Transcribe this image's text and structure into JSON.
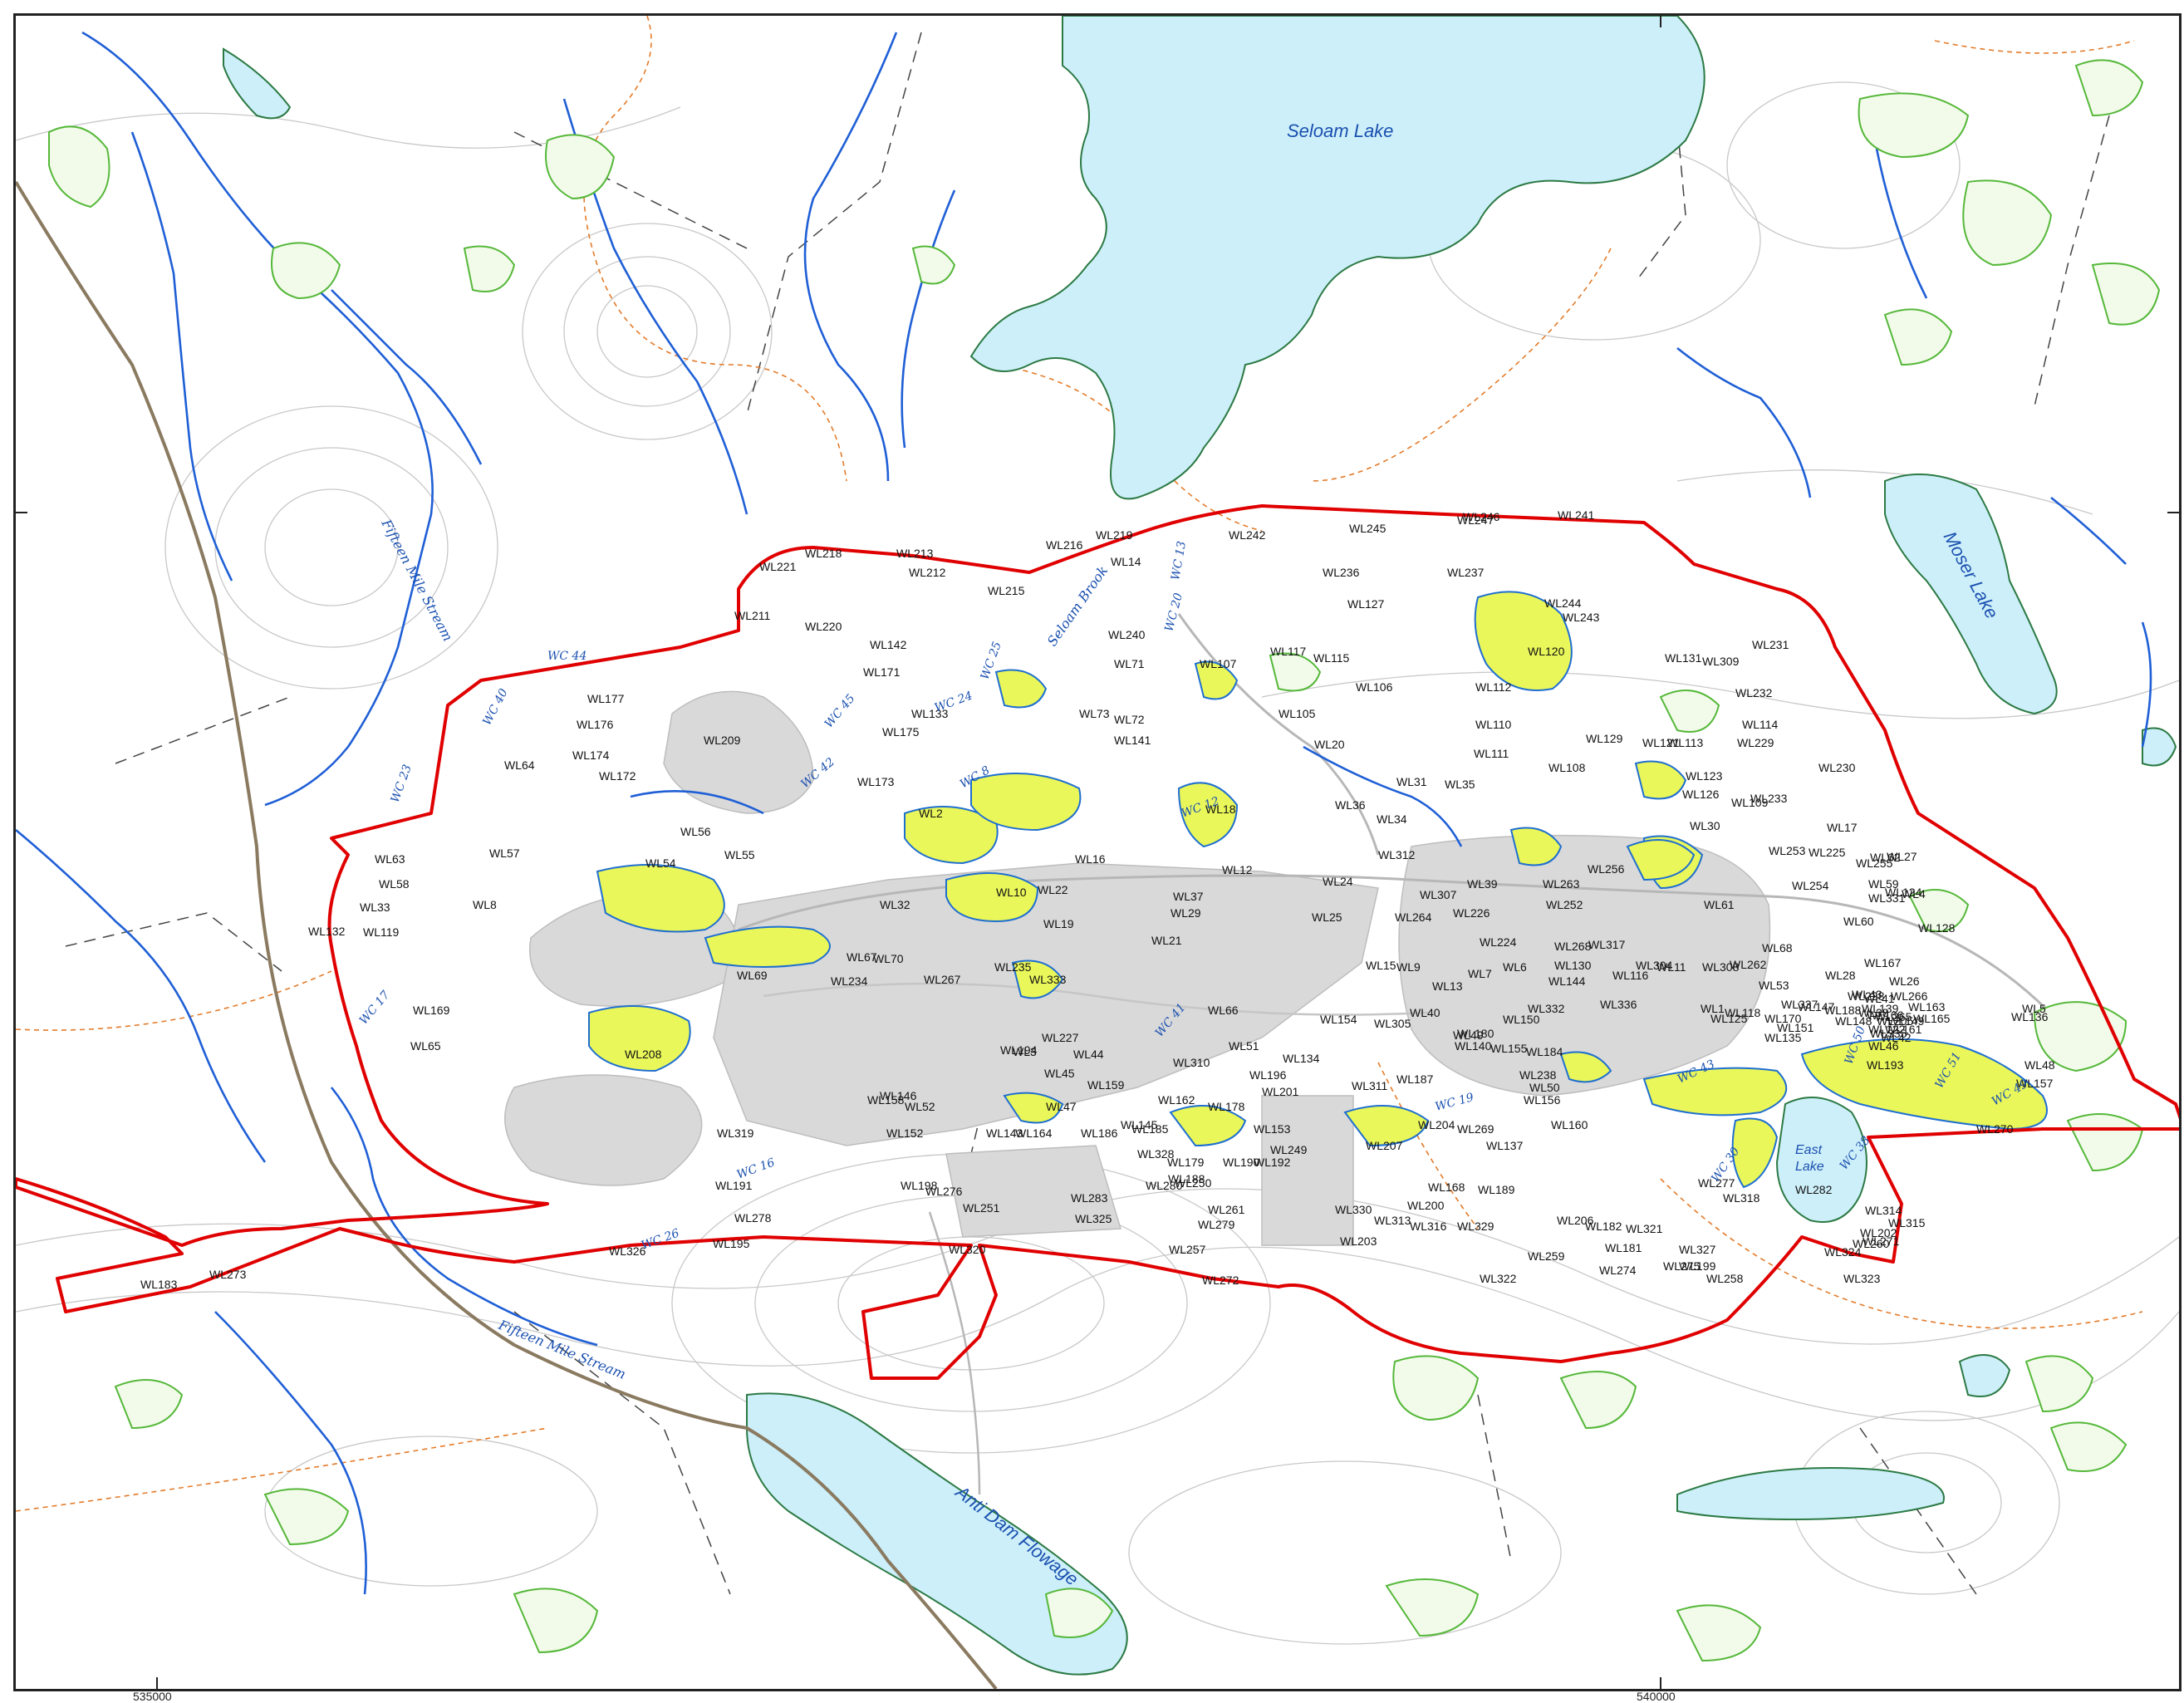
{
  "colors": {
    "water": "#cdeff9",
    "water_edge": "#2c7a44",
    "stream": "#1f5fd6",
    "study_area": "#e00000",
    "wetland_fill": "#e9f75a",
    "wetland_edge": "#1f6fd0",
    "bog_green": "#56b83a",
    "footprint": "#d9d9d9",
    "contour": "#c8c8c8",
    "road": "#8a7a60",
    "trail": "#e37b2a",
    "dash": "#444444"
  },
  "lakes": {
    "seloam": "Seloam Lake",
    "moser": "Moser Lake",
    "east": "East",
    "east2": "Lake",
    "anti_dam": "Anti Dam Flowage"
  },
  "streams": {
    "fifteen_north": "Fifteen Mile Stream",
    "fifteen_south": "Fifteen Mile Stream",
    "seloam_brook": "Seloam Brook"
  },
  "coords": {
    "x1": "535000",
    "x2": "540000"
  },
  "wetland_labels": [
    "WL218",
    "WL213",
    "WL216",
    "WL219",
    "WL242",
    "WL245",
    "WL247",
    "WL246",
    "WL241",
    "WL221",
    "WL212",
    "WL14",
    "WL215",
    "WL236",
    "WL237",
    "WL127",
    "WL211",
    "WL220",
    "WL240",
    "WL244",
    "WL243",
    "WL142",
    "WL171",
    "WL117",
    "WL115",
    "WL120",
    "WL131",
    "WL309",
    "WL231",
    "WL177",
    "WL71",
    "WL107",
    "WL106",
    "WL112",
    "WL232",
    "WL176",
    "WL209",
    "WL175",
    "WL133",
    "WL73",
    "WL72",
    "WL105",
    "WL110",
    "WL129",
    "WL121",
    "WL113",
    "WL229",
    "WL114",
    "WL174",
    "WL141",
    "WL20",
    "WL111",
    "WL108",
    "WL230",
    "WL64",
    "WL172",
    "WL173",
    "WL31",
    "WL35",
    "WL123",
    "WL2",
    "WL18",
    "WL36",
    "WL34",
    "WL126",
    "WL109",
    "WL233",
    "WL63",
    "WL57",
    "WL56",
    "WL55",
    "WL54",
    "WL16",
    "WL12",
    "WL312",
    "WL30",
    "WL17",
    "WL27",
    "WL253",
    "WL255",
    "WL62",
    "WL58",
    "WL8",
    "WL10",
    "WL22",
    "WL37",
    "WL24",
    "WL307",
    "WL39",
    "WL263",
    "WL256",
    "WL225",
    "WL254",
    "WL331",
    "WL59",
    "WL4",
    "WL124",
    "WL33",
    "WL32",
    "WL29",
    "WL25",
    "WL264",
    "WL226",
    "WL252",
    "WL61",
    "WL60",
    "WL128",
    "WL132",
    "WL119",
    "WL19",
    "WL21",
    "WL224",
    "WL268",
    "WL317",
    "WL11",
    "WL304",
    "WL262",
    "WL68",
    "WL67",
    "WL70",
    "WL235",
    "WL9",
    "WL6",
    "WL130",
    "WL116",
    "WL308",
    "WL28",
    "WL69",
    "WL234",
    "WL267",
    "WL333",
    "WL15",
    "WL13",
    "WL7",
    "WL144",
    "WL167",
    "WL26",
    "WL228",
    "WL266",
    "WL337",
    "WL53",
    "WL188",
    "WL139",
    "WL165",
    "WL169",
    "WL41",
    "WL40",
    "WL227",
    "WL66",
    "WL332",
    "WL336",
    "WL1",
    "WL118",
    "WL163",
    "WL38",
    "WL265",
    "WL148",
    "WL149",
    "WL161",
    "WL166",
    "WL43",
    "WL5",
    "WL136",
    "WL150",
    "WL122",
    "WL305",
    "WL154",
    "WL42",
    "WL335",
    "WL49",
    "WL46",
    "WL135",
    "WL147",
    "WL151",
    "WL170",
    "WL205",
    "WL65",
    "WL51",
    "WL134",
    "WL140",
    "WL125",
    "WL155",
    "WL184",
    "WL180",
    "WL193",
    "WL208",
    "WL194",
    "WL3",
    "WL44",
    "WL310",
    "WL159",
    "WL196",
    "WL238",
    "WL50",
    "WL48",
    "WL45",
    "WL146",
    "WL162",
    "WL178",
    "WL201",
    "WL311",
    "WL187",
    "WL157",
    "WL160",
    "WL156",
    "WL158",
    "WL52",
    "WL47",
    "WL145",
    "WL153",
    "WL207",
    "WL204",
    "WL269",
    "WL270",
    "WL319",
    "WL152",
    "WL143",
    "WL164",
    "WL186",
    "WL185",
    "WL249",
    "WL137",
    "WL328",
    "WL179",
    "WL188",
    "WL190",
    "WL192",
    "WL191",
    "WL198",
    "WL276",
    "WL280",
    "WL250",
    "WL168",
    "WL189",
    "WL277",
    "WL318",
    "WL282",
    "WL283",
    "WL251",
    "WL261",
    "WL330",
    "WL200",
    "WL278",
    "WL325",
    "WL279",
    "WL313",
    "WL316",
    "WL329",
    "WL206",
    "WL182",
    "WL321",
    "WL315",
    "WL314",
    "WL195",
    "WL203",
    "WL181",
    "WL327",
    "WL324",
    "WL260",
    "WL202",
    "WL271",
    "WL326",
    "WL320",
    "WL257",
    "WL259",
    "WL275",
    "WL199",
    "WL323",
    "WL183",
    "WL273",
    "WL272",
    "WL322",
    "WL274",
    "WL258"
  ],
  "watercourse_labels": [
    "WC 44",
    "WC 40",
    "WC 23",
    "WC 45",
    "WC 24",
    "WC 8",
    "WC 25",
    "WC 42",
    "WC 12",
    "WC 13",
    "WC 20",
    "WC 17",
    "WC 16",
    "WC 26",
    "WC 41",
    "WC 19",
    "WC 43",
    "WC 38",
    "WC 30",
    "WC 49",
    "WC 50",
    "WC 51"
  ]
}
